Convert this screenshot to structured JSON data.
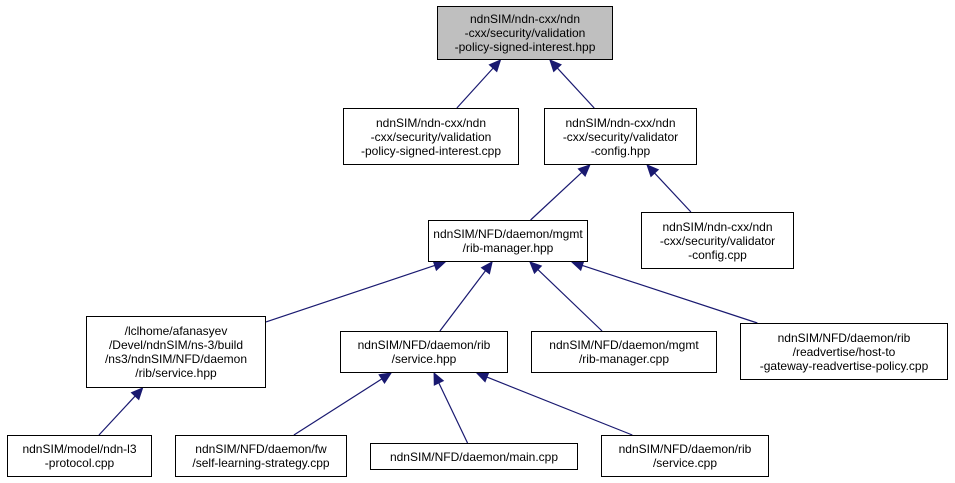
{
  "colors": {
    "root_fill": "#bfbfbf",
    "node_fill": "#ffffff",
    "border": "#000000",
    "edge": "#191970"
  },
  "nodes": [
    {
      "id": "n0",
      "label": "ndnSIM/ndn-cxx/ndn\n-cxx/security/validation\n-policy-signed-interest.hpp",
      "root": true
    },
    {
      "id": "n1",
      "label": "ndnSIM/ndn-cxx/ndn\n-cxx/security/validation\n-policy-signed-interest.cpp"
    },
    {
      "id": "n2",
      "label": "ndnSIM/ndn-cxx/ndn\n-cxx/security/validator\n-config.hpp"
    },
    {
      "id": "n3",
      "label": "ndnSIM/NFD/daemon/mgmt\n/rib-manager.hpp"
    },
    {
      "id": "n4",
      "label": "ndnSIM/ndn-cxx/ndn\n-cxx/security/validator\n-config.cpp"
    },
    {
      "id": "n5",
      "label": "/lclhome/afanasyev\n/Devel/ndnSIM/ns-3/build\n/ns3/ndnSIM/NFD/daemon\n/rib/service.hpp"
    },
    {
      "id": "n6",
      "label": "ndnSIM/NFD/daemon/rib\n/service.hpp"
    },
    {
      "id": "n7",
      "label": "ndnSIM/NFD/daemon/mgmt\n/rib-manager.cpp"
    },
    {
      "id": "n8",
      "label": "ndnSIM/NFD/daemon/rib\n/readvertise/host-to\n-gateway-readvertise-policy.cpp"
    },
    {
      "id": "n9",
      "label": "ndnSIM/model/ndn-l3\n-protocol.cpp"
    },
    {
      "id": "n10",
      "label": "ndnSIM/NFD/daemon/fw\n/self-learning-strategy.cpp"
    },
    {
      "id": "n11",
      "label": "ndnSIM/NFD/daemon/main.cpp"
    },
    {
      "id": "n12",
      "label": "ndnSIM/NFD/daemon/rib\n/service.cpp"
    }
  ],
  "edges": [
    {
      "from": "n1",
      "to": "n0"
    },
    {
      "from": "n2",
      "to": "n0"
    },
    {
      "from": "n3",
      "to": "n2"
    },
    {
      "from": "n4",
      "to": "n2"
    },
    {
      "from": "n5",
      "to": "n3"
    },
    {
      "from": "n6",
      "to": "n3"
    },
    {
      "from": "n7",
      "to": "n3"
    },
    {
      "from": "n8",
      "to": "n3"
    },
    {
      "from": "n9",
      "to": "n5"
    },
    {
      "from": "n10",
      "to": "n6"
    },
    {
      "from": "n11",
      "to": "n6"
    },
    {
      "from": "n12",
      "to": "n6"
    }
  ]
}
